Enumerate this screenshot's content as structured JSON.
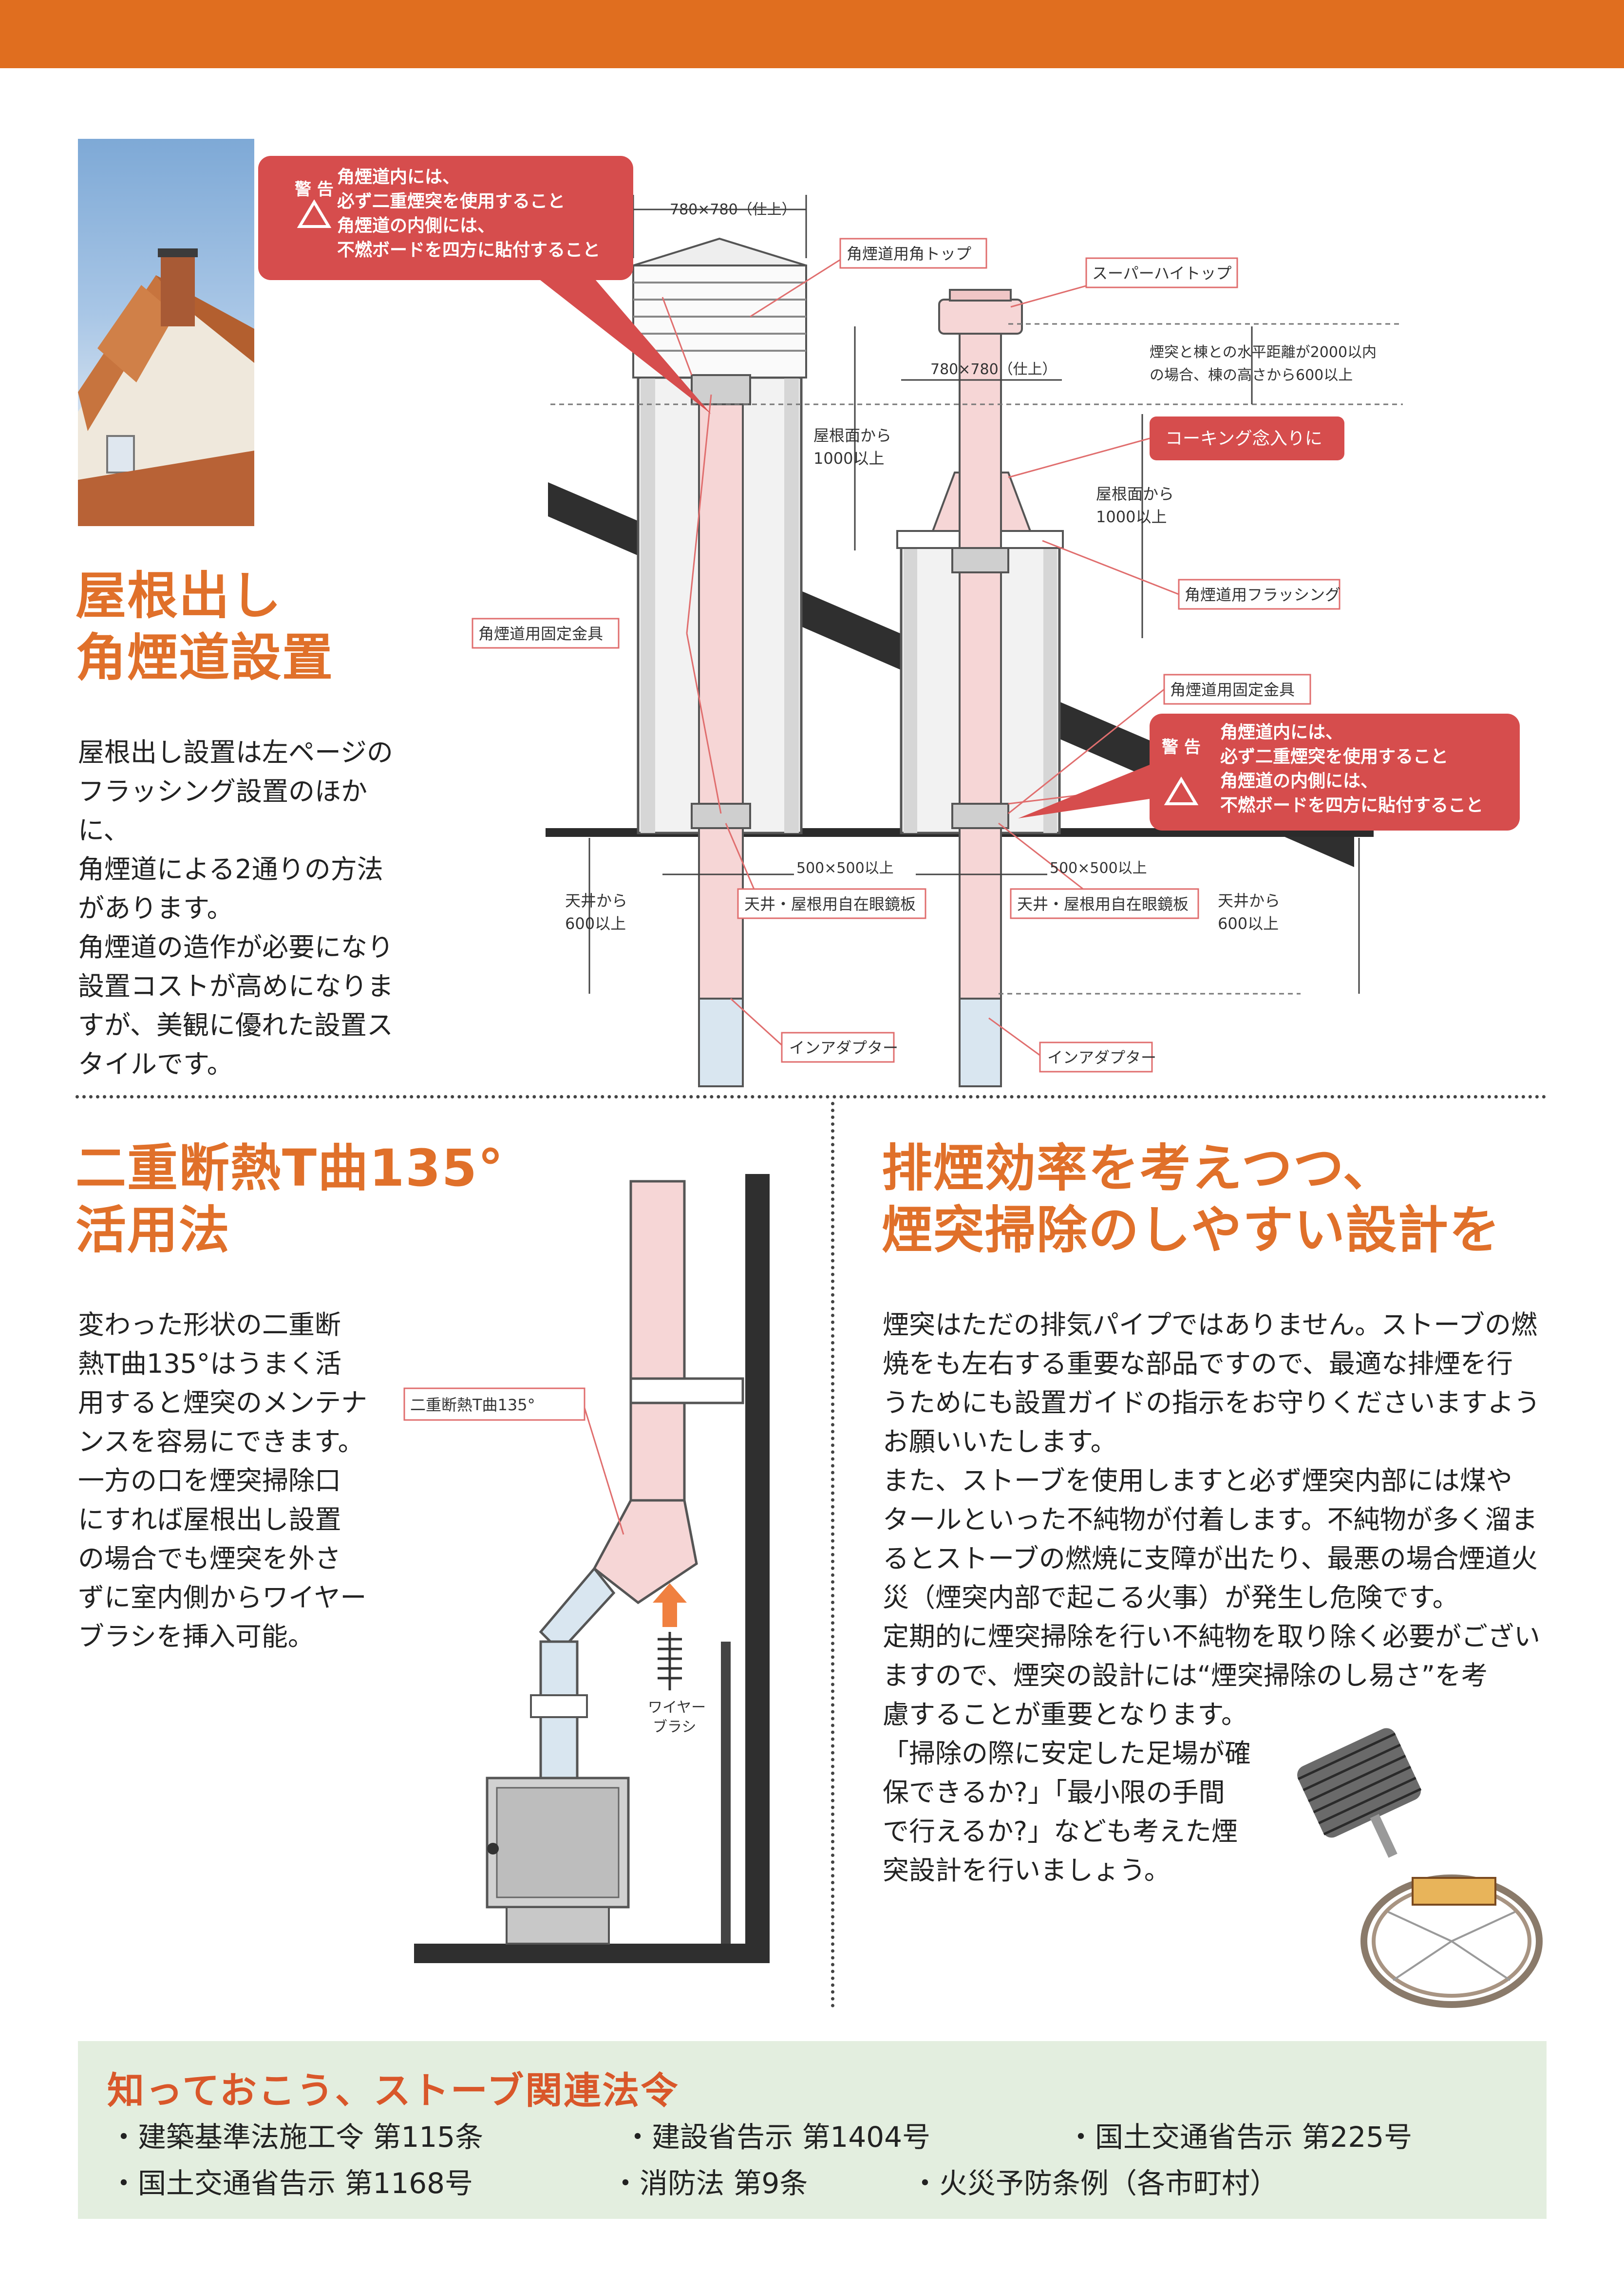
{
  "header": {
    "color": "#e06e1f"
  },
  "section1": {
    "title_line1": "屋根出し",
    "title_line2": "角煙道設置",
    "body": [
      "屋根出し設置は左ページの",
      "フラッシング設置のほかに、",
      "角煙道による2通りの方法",
      "があります。",
      "角煙道の造作が必要になり",
      "設置コストが高めになりま",
      "すが、美観に優れた設置ス",
      "タイルです。"
    ],
    "diagram": {
      "warning_badge": "警 告",
      "warning_lines": [
        "角煙道内には、",
        "必ず二重煙突を使用すること",
        "角煙道の内側には、",
        "不燃ボードを四方に貼付すること"
      ],
      "dim_780": "780×780（仕上）",
      "kakuentop": "角煙道用角トップ",
      "superhightop": "スーパーハイトップ",
      "horizontal_note_1": "煙突と棟との水平距離が2000以内",
      "horizontal_note_2": "の場合、棟の高さから600以上",
      "caulking": "コーキング念入りに",
      "roof_1000_a": "屋根面から",
      "roof_1000_b": "1000以上",
      "flashing": "角煙道用フラッシング",
      "fixture": "角煙道用固定金具",
      "dim_500": "500×500以上",
      "ceiling_plate": "天井・屋根用自在眼鏡板",
      "ceiling_600_a": "天井から",
      "ceiling_600_b": "600以上",
      "inadapter": "インアダプター"
    }
  },
  "section2": {
    "title_line1": "二重断熱T曲135°",
    "title_line2": "活用法",
    "body": [
      "変わった形状の二重断",
      "熱T曲135°はうまく活",
      "用すると煙突のメンテナ",
      "ンスを容易にできます。",
      "一方の口を煙突掃除口",
      "にすれば屋根出し設置",
      "の場合でも煙突を外さ",
      "ずに室内側からワイヤー",
      "ブラシを挿入可能。"
    ],
    "diagram": {
      "tbend_label": "二重断熱T曲135°",
      "brush_label_1": "ワイヤー",
      "brush_label_2": "ブラシ"
    }
  },
  "section3": {
    "title_line1": "排煙効率を考えつつ、",
    "title_line2": "煙突掃除のしやすい設計を",
    "body": [
      "煙突はただの排気パイプではありません。ストーブの燃",
      "焼をも左右する重要な部品ですので、最適な排煙を行",
      "うためにも設置ガイドの指示をお守りくださいますよう",
      "お願いいたします。",
      "また、ストーブを使用しますと必ず煙突内部には煤や",
      "タールといった不純物が付着します。不純物が多く溜ま",
      "るとストーブの燃焼に支障が出たり、最悪の場合煙道火",
      "災（煙突内部で起こる火事）が発生し危険です。",
      "定期的に煙突掃除を行い不純物を取り除く必要がござい",
      "ますので、煙突の設計には“煙突掃除のし易さ”を考",
      "慮することが重要となります。"
    ],
    "body_tail": [
      "「掃除の際に安定した足場が確",
      "保できるか?」「最小限の手間",
      "で行えるか?」なども考えた煙",
      "突設計を行いましょう。"
    ]
  },
  "laws": {
    "title": "知っておこう、ストーブ関連法令",
    "row1": [
      "・建築基準法施工令 第115条",
      "・建設省告示 第1404号",
      "・国土交通省告示 第225号"
    ],
    "row2": [
      "・国土交通省告示 第1168号",
      "・消防法 第9条",
      "・火災予防条例（各市町村）"
    ]
  }
}
